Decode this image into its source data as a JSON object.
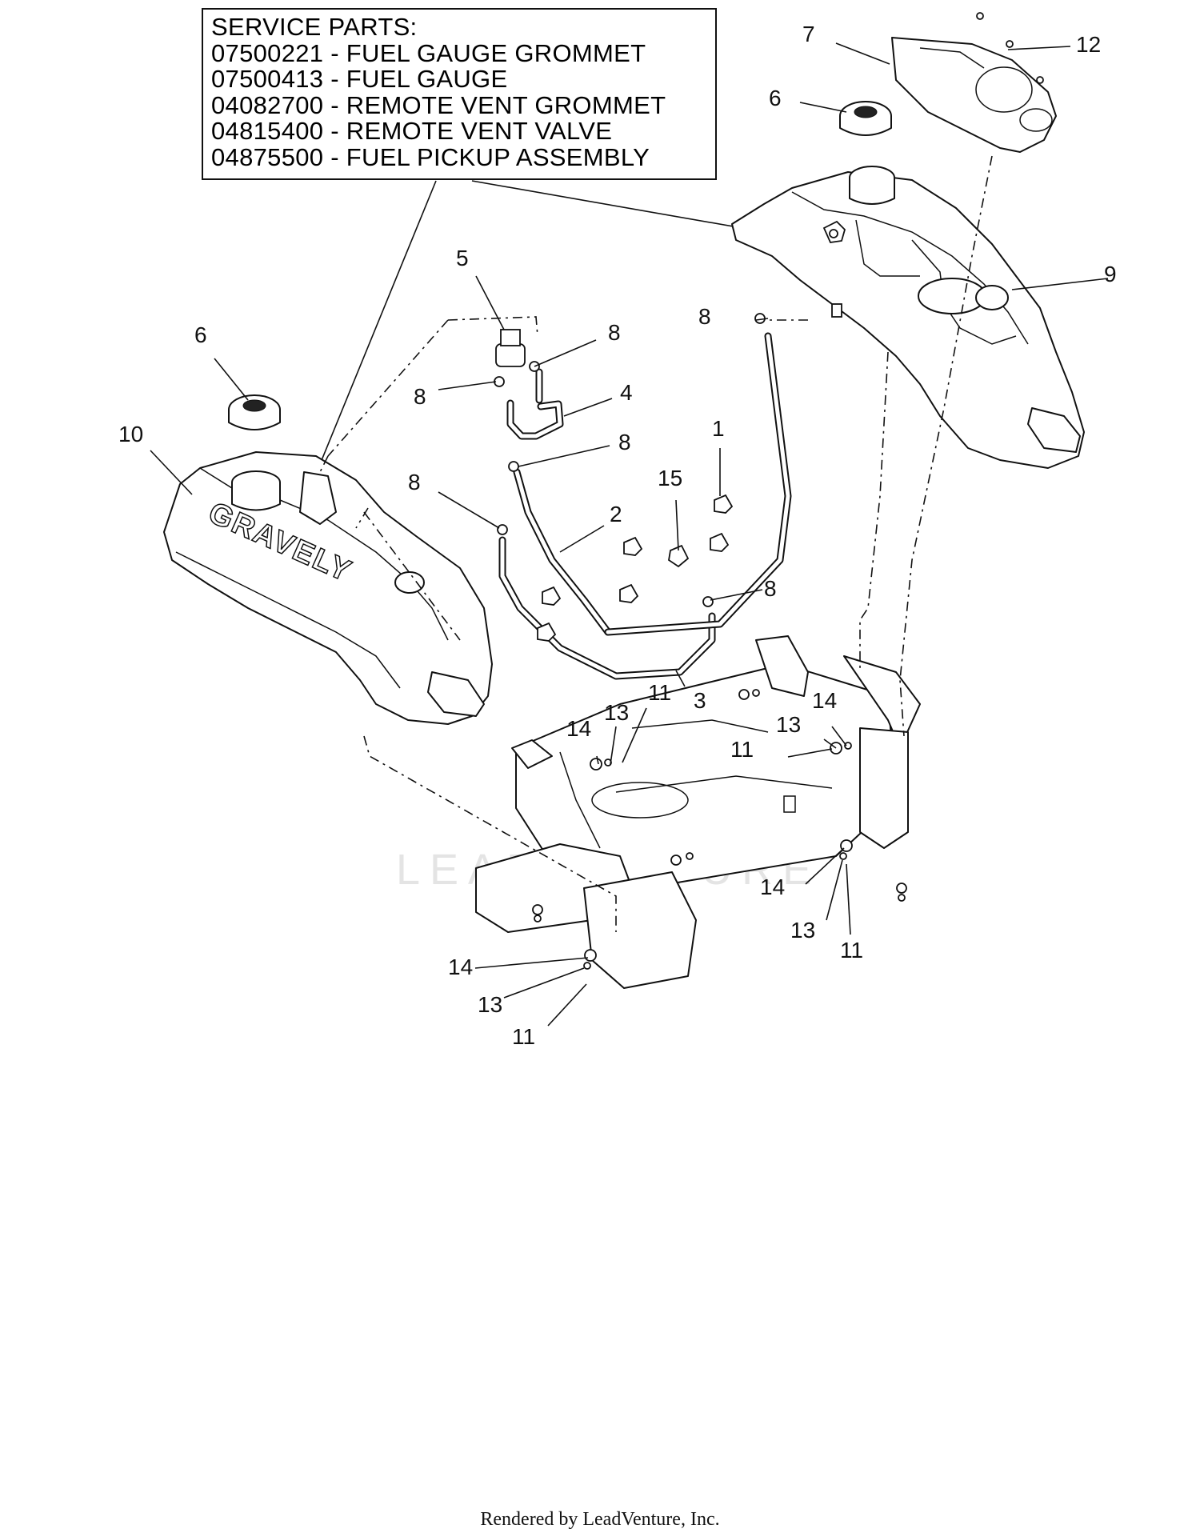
{
  "service_parts": {
    "heading": "SERVICE PARTS:",
    "items": [
      "07500221 - FUEL GAUGE GROMMET",
      "07500413 - FUEL GAUGE",
      "04082700 - REMOTE VENT GROMMET",
      "04815400 - REMOTE VENT VALVE",
      "04875500 - FUEL PICKUP ASSEMBLY"
    ]
  },
  "callouts": {
    "n1": "1",
    "n2": "2",
    "n3": "3",
    "n4": "4",
    "n5": "5",
    "n6": "6",
    "n7": "7",
    "n8": "8",
    "n9": "9",
    "n10": "10",
    "n11": "11",
    "n12": "12",
    "n13": "13",
    "n14": "14",
    "n15": "15"
  },
  "tank_brand": "GRAVELY",
  "watermark": "LEADVENTURE",
  "footer": "Rendered by LeadVenture, Inc."
}
